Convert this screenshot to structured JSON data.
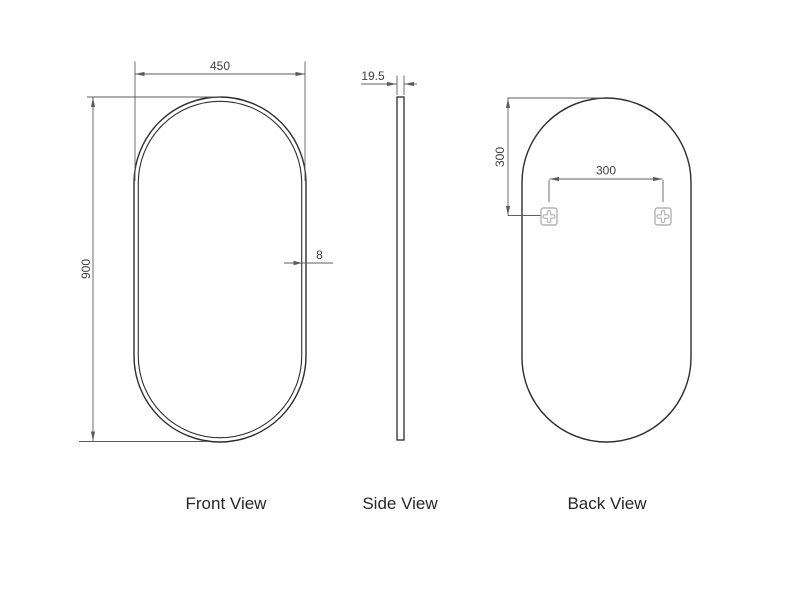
{
  "colors": {
    "canvas_bg": "#ffffff",
    "outline": "#2d2d2d",
    "dim_line": "#5c5c5c",
    "dim_text": "#3e3e3e",
    "label_text": "#262626",
    "bracket": "#b3b3b3"
  },
  "front_view": {
    "label": "Front View",
    "dim_width": "450",
    "dim_height": "900",
    "dim_frame_thickness": "8"
  },
  "side_view": {
    "label": "Side View",
    "dim_depth": "19.5"
  },
  "back_view": {
    "label": "Back View",
    "dim_hanger_top_offset": "300",
    "dim_hanger_spacing": "300",
    "hanger_icon": "quatrefoil-cross-bracket"
  }
}
